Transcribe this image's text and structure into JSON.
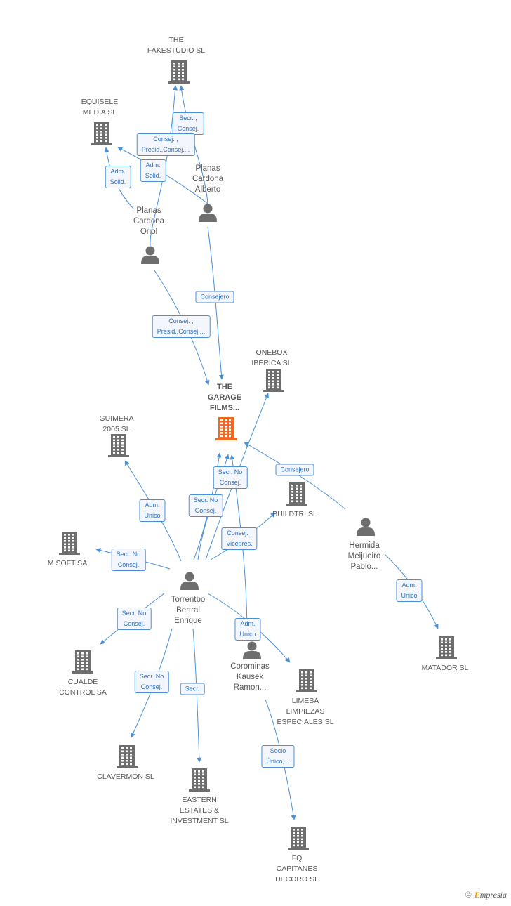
{
  "colors": {
    "company": "#6e6e6e",
    "center_company": "#f26722",
    "person": "#6e6e6e",
    "edge": "#4a90d9"
  },
  "nodes": [
    {
      "id": "fakestudio",
      "type": "company",
      "label": "THE\nFAKESTUDIO SL"
    },
    {
      "id": "equisele",
      "type": "company",
      "label": "EQUISELE\nMEDIA SL"
    },
    {
      "id": "alberto",
      "type": "person",
      "label": "Planas\nCardona\nAlberto"
    },
    {
      "id": "oriol",
      "type": "person",
      "label": "Planas\nCardona\nOriol"
    },
    {
      "id": "onebox",
      "type": "company",
      "label": "ONEBOX\nIBERICA SL"
    },
    {
      "id": "garage",
      "type": "center",
      "label": "THE\nGARAGE\nFILMS..."
    },
    {
      "id": "guimera",
      "type": "company",
      "label": "GUIMERA\n2005 SL"
    },
    {
      "id": "buildtri",
      "type": "company",
      "label": "BUILDTRI SL"
    },
    {
      "id": "hermida",
      "type": "person",
      "label": "Hermida\nMeijueiro\nPablo..."
    },
    {
      "id": "msoft",
      "type": "company",
      "label": "M SOFT SA"
    },
    {
      "id": "torrentbo",
      "type": "person",
      "label": "Torrentbo\nBertral\nEnrique"
    },
    {
      "id": "matador",
      "type": "company",
      "label": "MATADOR SL"
    },
    {
      "id": "cualde",
      "type": "company",
      "label": "CUALDE\nCONTROL SA"
    },
    {
      "id": "corominas",
      "type": "person",
      "label": "Corominas\nKausek\nRamon..."
    },
    {
      "id": "limesa",
      "type": "company",
      "label": "LIMESA\nLIMPIEZAS\nESPECIALES SL"
    },
    {
      "id": "clavermon",
      "type": "company",
      "label": "CLAVERMON SL"
    },
    {
      "id": "eastern",
      "type": "company",
      "label": "EASTERN\nESTATES &\nINVESTMENT SL"
    },
    {
      "id": "fq",
      "type": "company",
      "label": "FQ\nCAPITANES\nDECORO SL"
    }
  ],
  "edges": [
    {
      "from": "alberto",
      "to": "fakestudio",
      "label": "Secr. ,\nConsej."
    },
    {
      "from": "oriol",
      "to": "fakestudio",
      "label": "Consej. ,\nPresid.,Consej...."
    },
    {
      "from": "alberto",
      "to": "equisele",
      "label": "Adm.\nSolid."
    },
    {
      "from": "oriol",
      "to": "equisele",
      "label": "Adm.\nSolid."
    },
    {
      "from": "alberto",
      "to": "garage",
      "label": "Consejero"
    },
    {
      "from": "oriol",
      "to": "garage",
      "label": "Consej. ,\nPresid.,Consej...."
    },
    {
      "from": "hermida",
      "to": "garage",
      "label": "Consejero"
    },
    {
      "from": "torrentbo",
      "to": "onebox",
      "label": ""
    },
    {
      "from": "torrentbo",
      "to": "garage",
      "label": "Secr. No\nConsej."
    },
    {
      "from": "torrentbo",
      "to": "guimera",
      "label": "Adm.\nUnico"
    },
    {
      "from": "torrentbo",
      "to": "buildtri",
      "label": "Consej. ,\nVicepres."
    },
    {
      "from": "torrentbo",
      "to": "garage",
      "label": "Secr. No\nConsej."
    },
    {
      "from": "torrentbo",
      "to": "msoft",
      "label": "Secr. No\nConsej."
    },
    {
      "from": "hermida",
      "to": "matador",
      "label": "Adm.\nUnico"
    },
    {
      "from": "torrentbo",
      "to": "cualde",
      "label": "Secr. No\nConsej."
    },
    {
      "from": "corominas",
      "to": "garage",
      "label": "Adm.\nUnico"
    },
    {
      "from": "torrentbo",
      "to": "limesa",
      "label": ""
    },
    {
      "from": "torrentbo",
      "to": "clavermon",
      "label": "Secr. No\nConsej."
    },
    {
      "from": "torrentbo",
      "to": "eastern",
      "label": "Secr."
    },
    {
      "from": "corominas",
      "to": "fq",
      "label": "Socio\nÚnico,..."
    }
  ],
  "watermark": {
    "symbol": "©",
    "brand_initial": "E",
    "brand_rest": "mpresia"
  }
}
